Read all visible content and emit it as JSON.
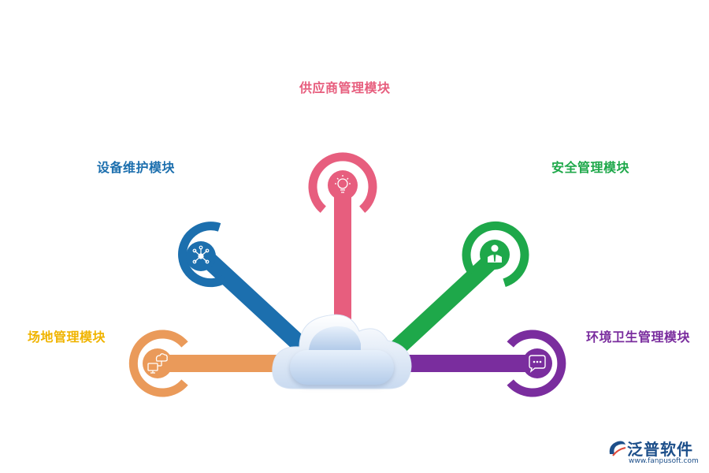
{
  "modules": {
    "supplier": {
      "label": "供应商管理模块",
      "color": "#e75e7e",
      "icon": "lightbulb-gear-icon"
    },
    "equipment": {
      "label": "设备维护模块",
      "color": "#1c6fae",
      "icon": "network-nodes-icon"
    },
    "safety": {
      "label": "安全管理模块",
      "color": "#1ea84a",
      "icon": "person-suit-icon"
    },
    "site": {
      "label": "场地管理模块",
      "color": "#f0b400",
      "ring_color": "#ea9a5a",
      "icon": "cloud-monitor-icon"
    },
    "env": {
      "label": "环境卫生管理模块",
      "color": "#7a2d9e",
      "icon": "chat-bubble-icon"
    }
  },
  "hub": {
    "icon": "cloud-icon"
  },
  "watermark": {
    "brand": "泛普软件",
    "url": "www.fanpusoft.com"
  }
}
